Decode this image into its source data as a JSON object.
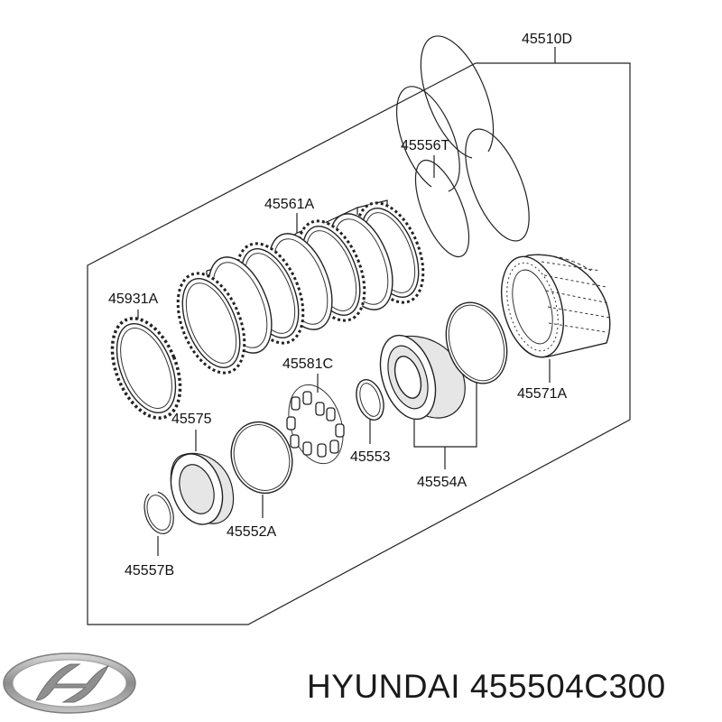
{
  "labels": {
    "assy": "45510D",
    "snap_ring_top": "45556T",
    "clutch_discs": "45561A",
    "plate_left": "45931A",
    "spring_retainer": "45581C",
    "drum": "45571A",
    "piston": "45575",
    "seal_small": "45553",
    "piston_seal": "45554A",
    "seal_ring": "45552A",
    "snap_ring_small": "45557B"
  },
  "caption": {
    "brand": "HYUNDAI",
    "part_number": "455504C300"
  },
  "logo": {
    "icon": "hyundai-logo-icon",
    "color": "#9a9a9a"
  }
}
